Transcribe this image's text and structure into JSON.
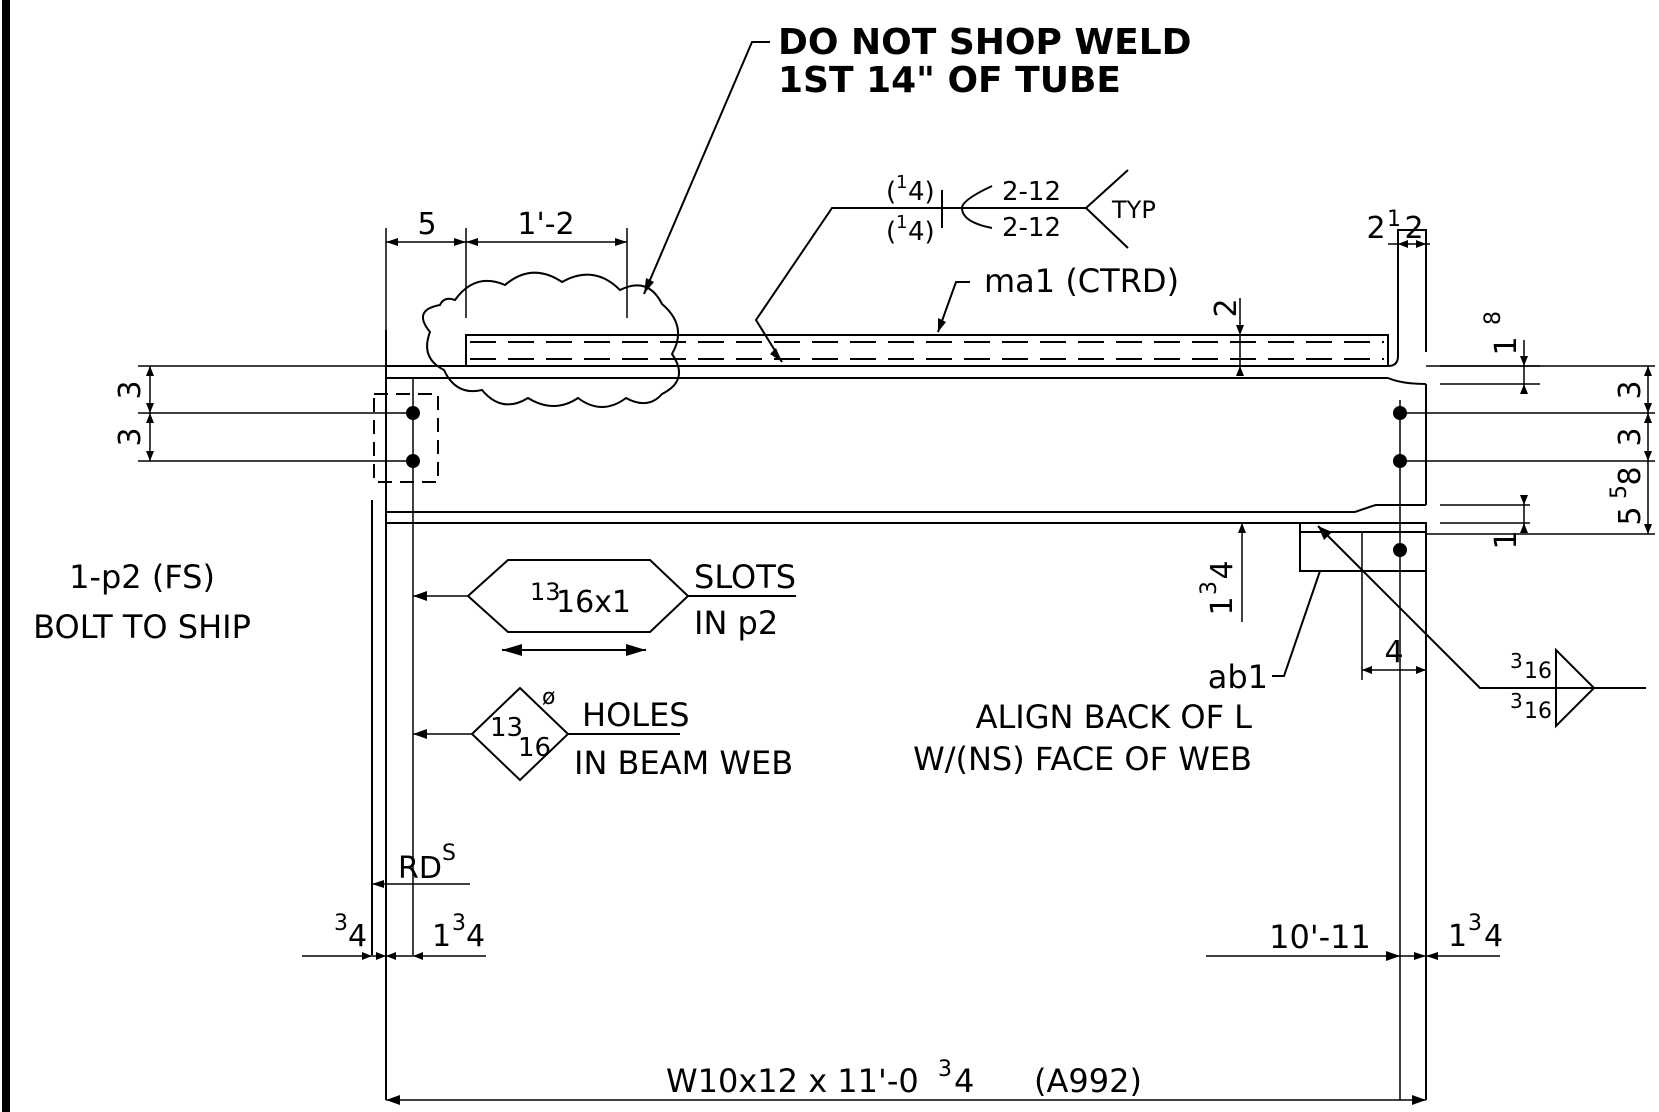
{
  "notes": {
    "weld_line1": "DO NOT SHOP WELD",
    "weld_line2": "1ST 14\" OF TUBE",
    "member_mark": "ma1 (CTRD)",
    "plate_line1": "1-p2 (FS)",
    "plate_line2": "BOLT TO SHIP",
    "slots_label": "SLOTS",
    "slots_loc": "IN p2",
    "holes_label": "HOLES",
    "holes_loc": "IN BEAM WEB",
    "angle_mark": "ab1",
    "align_line1": "ALIGN BACK OF L",
    "align_line2": "W/(NS) FACE OF WEB",
    "rd": "RD",
    "rd_sup": "S",
    "member_desc": "W10x12 x 11'-0",
    "member_desc_frac": "3",
    "member_desc_den": "4",
    "member_grade": "(A992)"
  },
  "weld_symbol": {
    "top_size": "(",
    "top_num": "1",
    "top_den": "4)",
    "bot_size": "(",
    "bot_num": "1",
    "bot_den": "4)",
    "top_pitch": "2-12",
    "bot_pitch": "2-12",
    "tail": "TYP"
  },
  "fillet_symbol": {
    "top_num": "3",
    "top_den": "16",
    "bot_num": "3",
    "bot_den": "16"
  },
  "slot_size": {
    "num": "13",
    "rest": "16x1"
  },
  "hole_size": {
    "num": "13",
    "den": "16",
    "dia": "ø"
  },
  "dimensions": {
    "edge_5": "5",
    "cloud_len": "1'-2",
    "top_right_a": "2",
    "top_right_b": "1",
    "top_right_c": "2",
    "tube_2": "2",
    "right_1_a": "1",
    "right_1_b": "8",
    "left_3_top": "3",
    "left_3_bot": "3",
    "right_3_top": "3",
    "right_3_bot": "3",
    "right_5_a": "5",
    "right_5_b": "5",
    "right_5_c": "8",
    "right_1": "1",
    "angle_1_a": "1",
    "angle_1_b": "3",
    "angle_1_c": "4",
    "angle_4": "4",
    "bl_34_a": "3",
    "bl_34_b": "4",
    "bl_134_a": "1",
    "bl_134_b": "3",
    "bl_134_c": "4",
    "br_len": "10'-11",
    "br_134_a": "1",
    "br_134_b": "3",
    "br_134_c": "4"
  }
}
